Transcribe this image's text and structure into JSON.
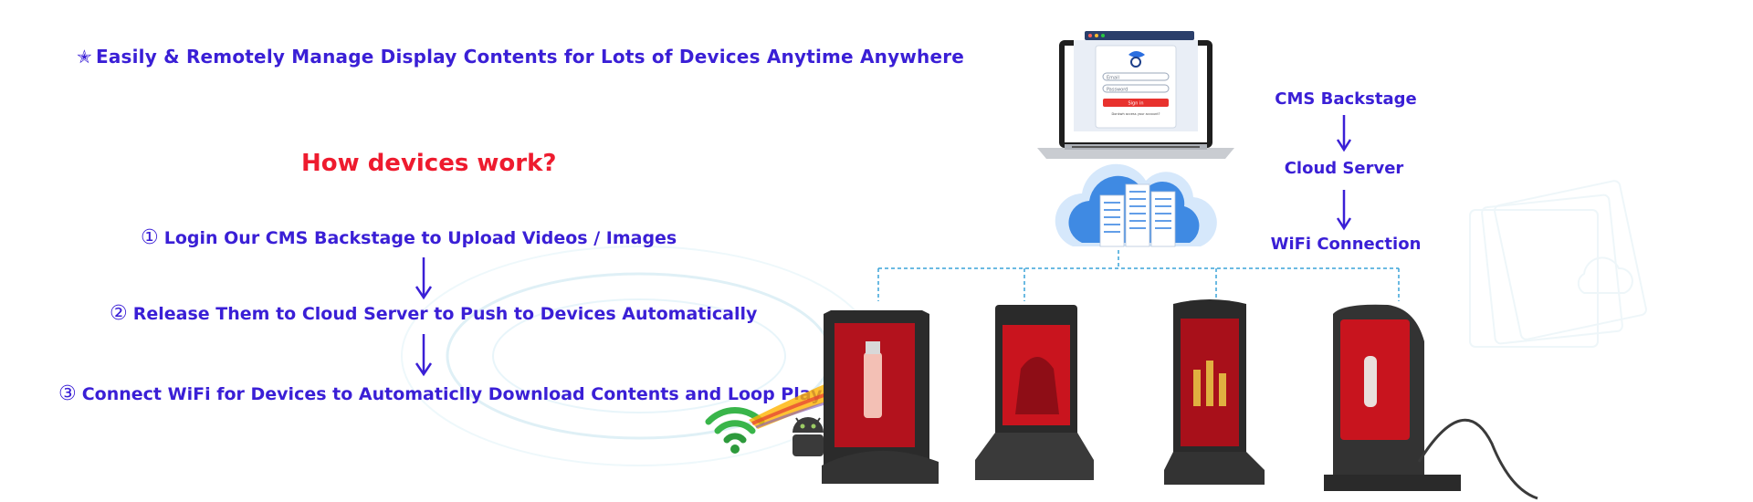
{
  "headline": {
    "star_icon": "star-icon",
    "text": "Easily & Remotely Manage Display Contents for Lots of Devices Anytime Anywhere"
  },
  "how_title": "How devices work?",
  "steps": [
    {
      "number": "①",
      "text": "Login Our CMS Backstage to Upload Videos / Images"
    },
    {
      "number": "②",
      "text": "Release Them to Cloud Server to Push to Devices Automatically"
    },
    {
      "number": "③",
      "text": "Connect WiFi for Devices to Automaticlly Download Contents and Loop Play"
    }
  ],
  "flow": [
    "CMS Backstage",
    "Cloud Server",
    "WiFi Connection"
  ],
  "login_screen": {
    "email_placeholder": "Email",
    "password_placeholder": "Password",
    "sign_in": "Sign in",
    "footer": "Donkwh access your account?"
  },
  "colors": {
    "primary_text": "#3a1fd6",
    "title_red": "#ee1b2e",
    "cloud_blue": "#2f7fe0",
    "dashed_line": "#3aa3d8"
  },
  "icons": [
    "laptop-icon",
    "cloud-server-icon",
    "wifi-icon",
    "android-icon",
    "display-device-icon"
  ]
}
